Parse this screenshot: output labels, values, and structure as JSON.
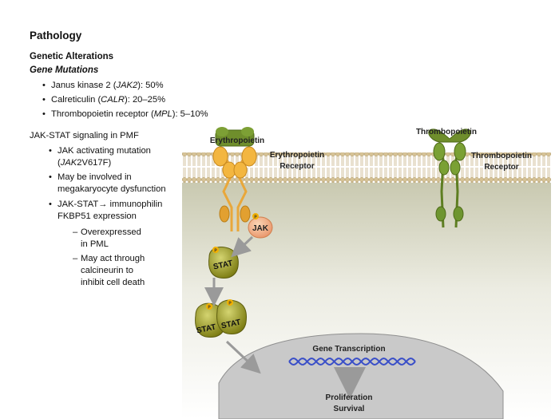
{
  "title": "Pathology",
  "genetic_alterations": {
    "heading": "Genetic Alterations",
    "subheading": "Gene Mutations",
    "items": [
      {
        "pre": "Janus kinase 2 (",
        "gene": "JAK2",
        "post": "): 50%"
      },
      {
        "pre": "Calreticulin (",
        "gene": "CALR",
        "post": "): 20–25%"
      },
      {
        "pre": "Thrombopoietin receptor (",
        "gene": "MPL",
        "post": "): 5–10%"
      }
    ]
  },
  "jak_stat": {
    "heading": "JAK-STAT signaling in PMF",
    "bullet1_line1": "JAK activating mutation",
    "bullet1_line2_pre": "(",
    "bullet1_line2_gene": "JAK",
    "bullet1_line2_post": "2V617F)",
    "bullet2_line1": "May be involved in",
    "bullet2_line2": "megakaryocyte dysfunction",
    "bullet3_line1": "JAK-STAT→ immunophilin",
    "bullet3_line2": "FKBP51 expression",
    "sub1_line1": "Overexpressed",
    "sub1_line2": "in PML",
    "sub2_line1": "May act through",
    "sub2_line2": "calcineurin to",
    "sub2_line3": "inhibit cell death"
  },
  "diagram": {
    "erythropoietin": "Erythropoietin",
    "epo_receptor_line1": "Erythropoietin",
    "epo_receptor_line2": "Receptor",
    "thrombopoietin": "Thrombopoietin",
    "tpo_receptor_line1": "Thrombopoietin",
    "tpo_receptor_line2": "Receptor",
    "jak": "JAK",
    "stat": "STAT",
    "phospho": "P",
    "gene_transcription": "Gene Transcription",
    "outcome_line1": "Proliferation",
    "outcome_line2": "Survival"
  },
  "colors": {
    "epo_receptor": "#f0b030",
    "tpo_receptor": "#6b8e23",
    "jak": "#f4b183",
    "stat": "#a0a020",
    "membrane": "#d8c8a0",
    "nucleus": "#c8c8c8",
    "dna": "#3a4fc8",
    "arrow": "#999999"
  }
}
